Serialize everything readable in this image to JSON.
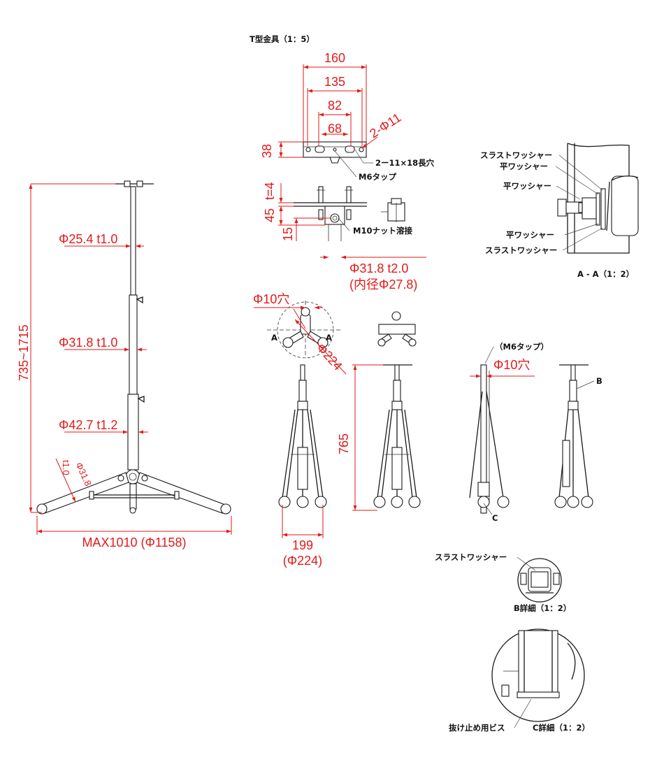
{
  "colors": {
    "dimension": "#e31a1a",
    "line": "#1a1a1a"
  },
  "labels": {
    "tbracket_title": "T型金具（1：5）",
    "slot": "2ー11×18長穴",
    "m6tap": "M6タップ",
    "m10nut": "M10ナット溶接",
    "thrust_washer": "スラストワッシャー",
    "flat_washer": "平ワッシャー",
    "section_aa": "A - A（1：2）",
    "m6tap_paren": "（M6タップ）",
    "detail_b": "B詳細（1：2）",
    "detail_c": "C詳細（1：2）",
    "stop_screw": "抜け止め用ビス",
    "mark_a": "A",
    "mark_b": "B",
    "mark_c": "C"
  },
  "dimensions": {
    "w160": "160",
    "w135": "135",
    "w82": "82",
    "w68": "68",
    "holes": "2-Φ11",
    "h38": "38",
    "t4": "t=4",
    "h45": "45",
    "h15": "15",
    "pipe_bracket": "Φ31.8 t2.0",
    "pipe_bracket_inner": "(内径Φ27.8)",
    "hole10": "Φ10穴",
    "leg_circle": "Φ224",
    "height_range": "735~1715",
    "pipe_top": "Φ25.4 t1.0",
    "pipe_mid": "Φ31.8 t1.0",
    "pipe_bot": "Φ42.7 t1.2",
    "leg_pipe_d": "Φ31.8",
    "leg_pipe_t": "t1.0",
    "span": "MAX1010 (Φ1158)",
    "folded_height": "765",
    "folded_width": "199",
    "folded_width_d": "(Φ224)",
    "hole10_side": "Φ10穴"
  }
}
